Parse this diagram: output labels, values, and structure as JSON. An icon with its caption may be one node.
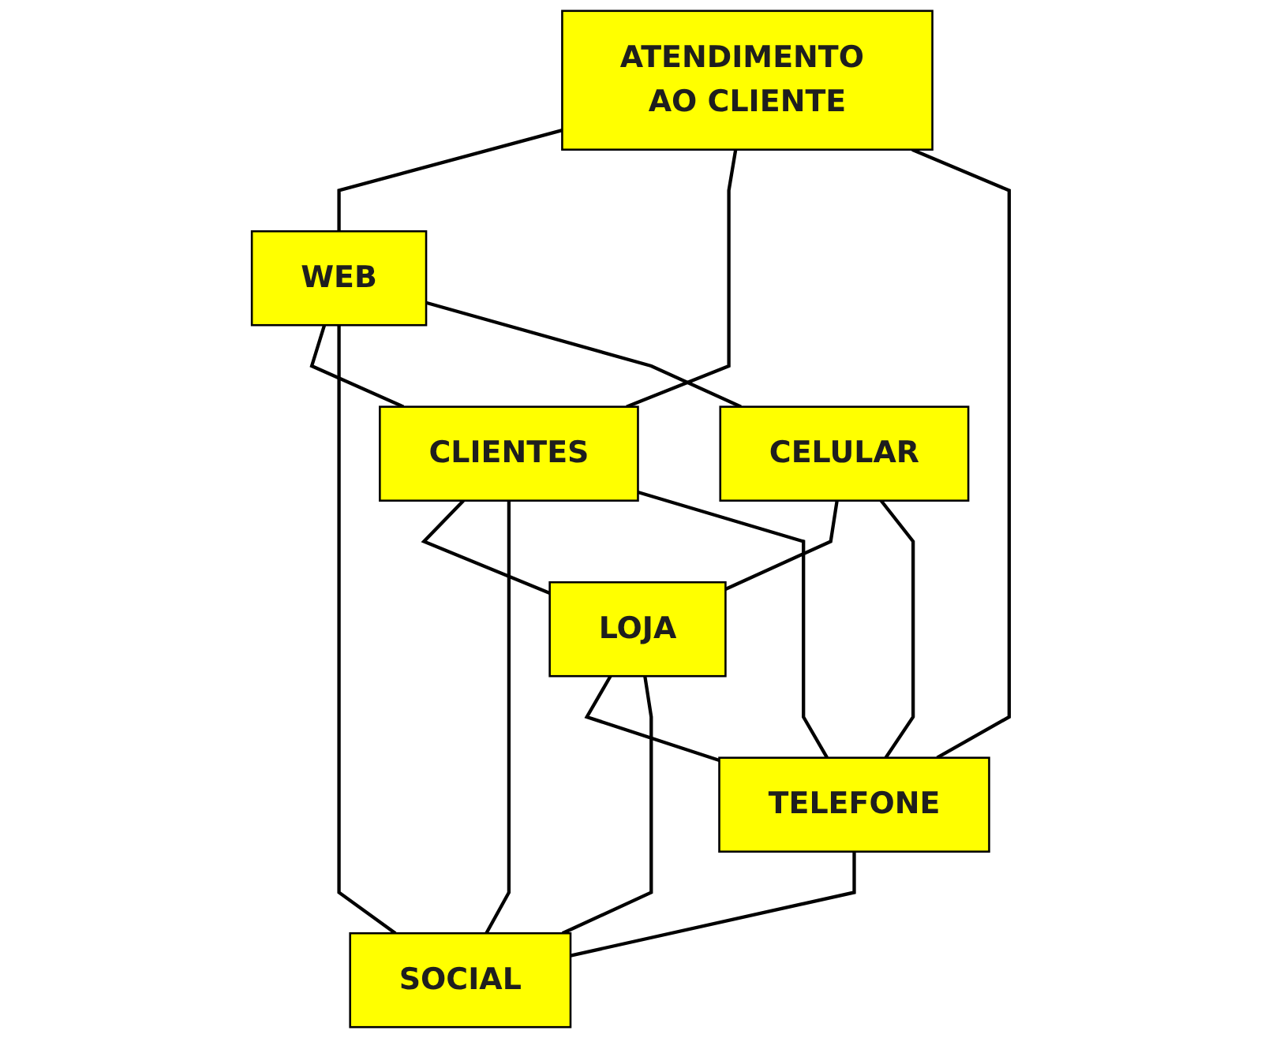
{
  "diagram": {
    "nodes": [
      {
        "text": [
          "ATENDIMENTO AO CLIENTE"
        ]
      },
      {
        "text": [
          "WEB"
        ]
      },
      {
        "text": [
          "CLIENTES"
        ]
      },
      {
        "text": [
          "CELULAR"
        ]
      },
      {
        "text": [
          "LOJA"
        ]
      },
      {
        "text": [
          "TELEFONE"
        ]
      },
      {
        "text": [
          "SOCIAL"
        ]
      }
    ],
    "edges": [
      {
        "from": 0,
        "to": 1,
        "arrow": "none"
      },
      {
        "from": 0,
        "to": 2,
        "arrow": "none"
      },
      {
        "from": 0,
        "to": 5,
        "arrow": "none"
      },
      {
        "from": 1,
        "to": 2,
        "arrow": "none"
      },
      {
        "from": 1,
        "to": 6,
        "arrow": "none"
      },
      {
        "from": 1,
        "to": 3,
        "arrow": "none"
      },
      {
        "from": 3,
        "to": 4,
        "arrow": "none"
      },
      {
        "from": 3,
        "to": 5,
        "arrow": "none"
      },
      {
        "from": 2,
        "to": 4,
        "arrow": "none"
      },
      {
        "from": 2,
        "to": 6,
        "arrow": "none"
      },
      {
        "from": 2,
        "to": 5,
        "arrow": "none"
      },
      {
        "from": 4,
        "to": 5,
        "arrow": "none"
      },
      {
        "from": 4,
        "to": 6,
        "arrow": "none"
      },
      {
        "from": 5,
        "to": 6,
        "arrow": "none"
      }
    ]
  }
}
